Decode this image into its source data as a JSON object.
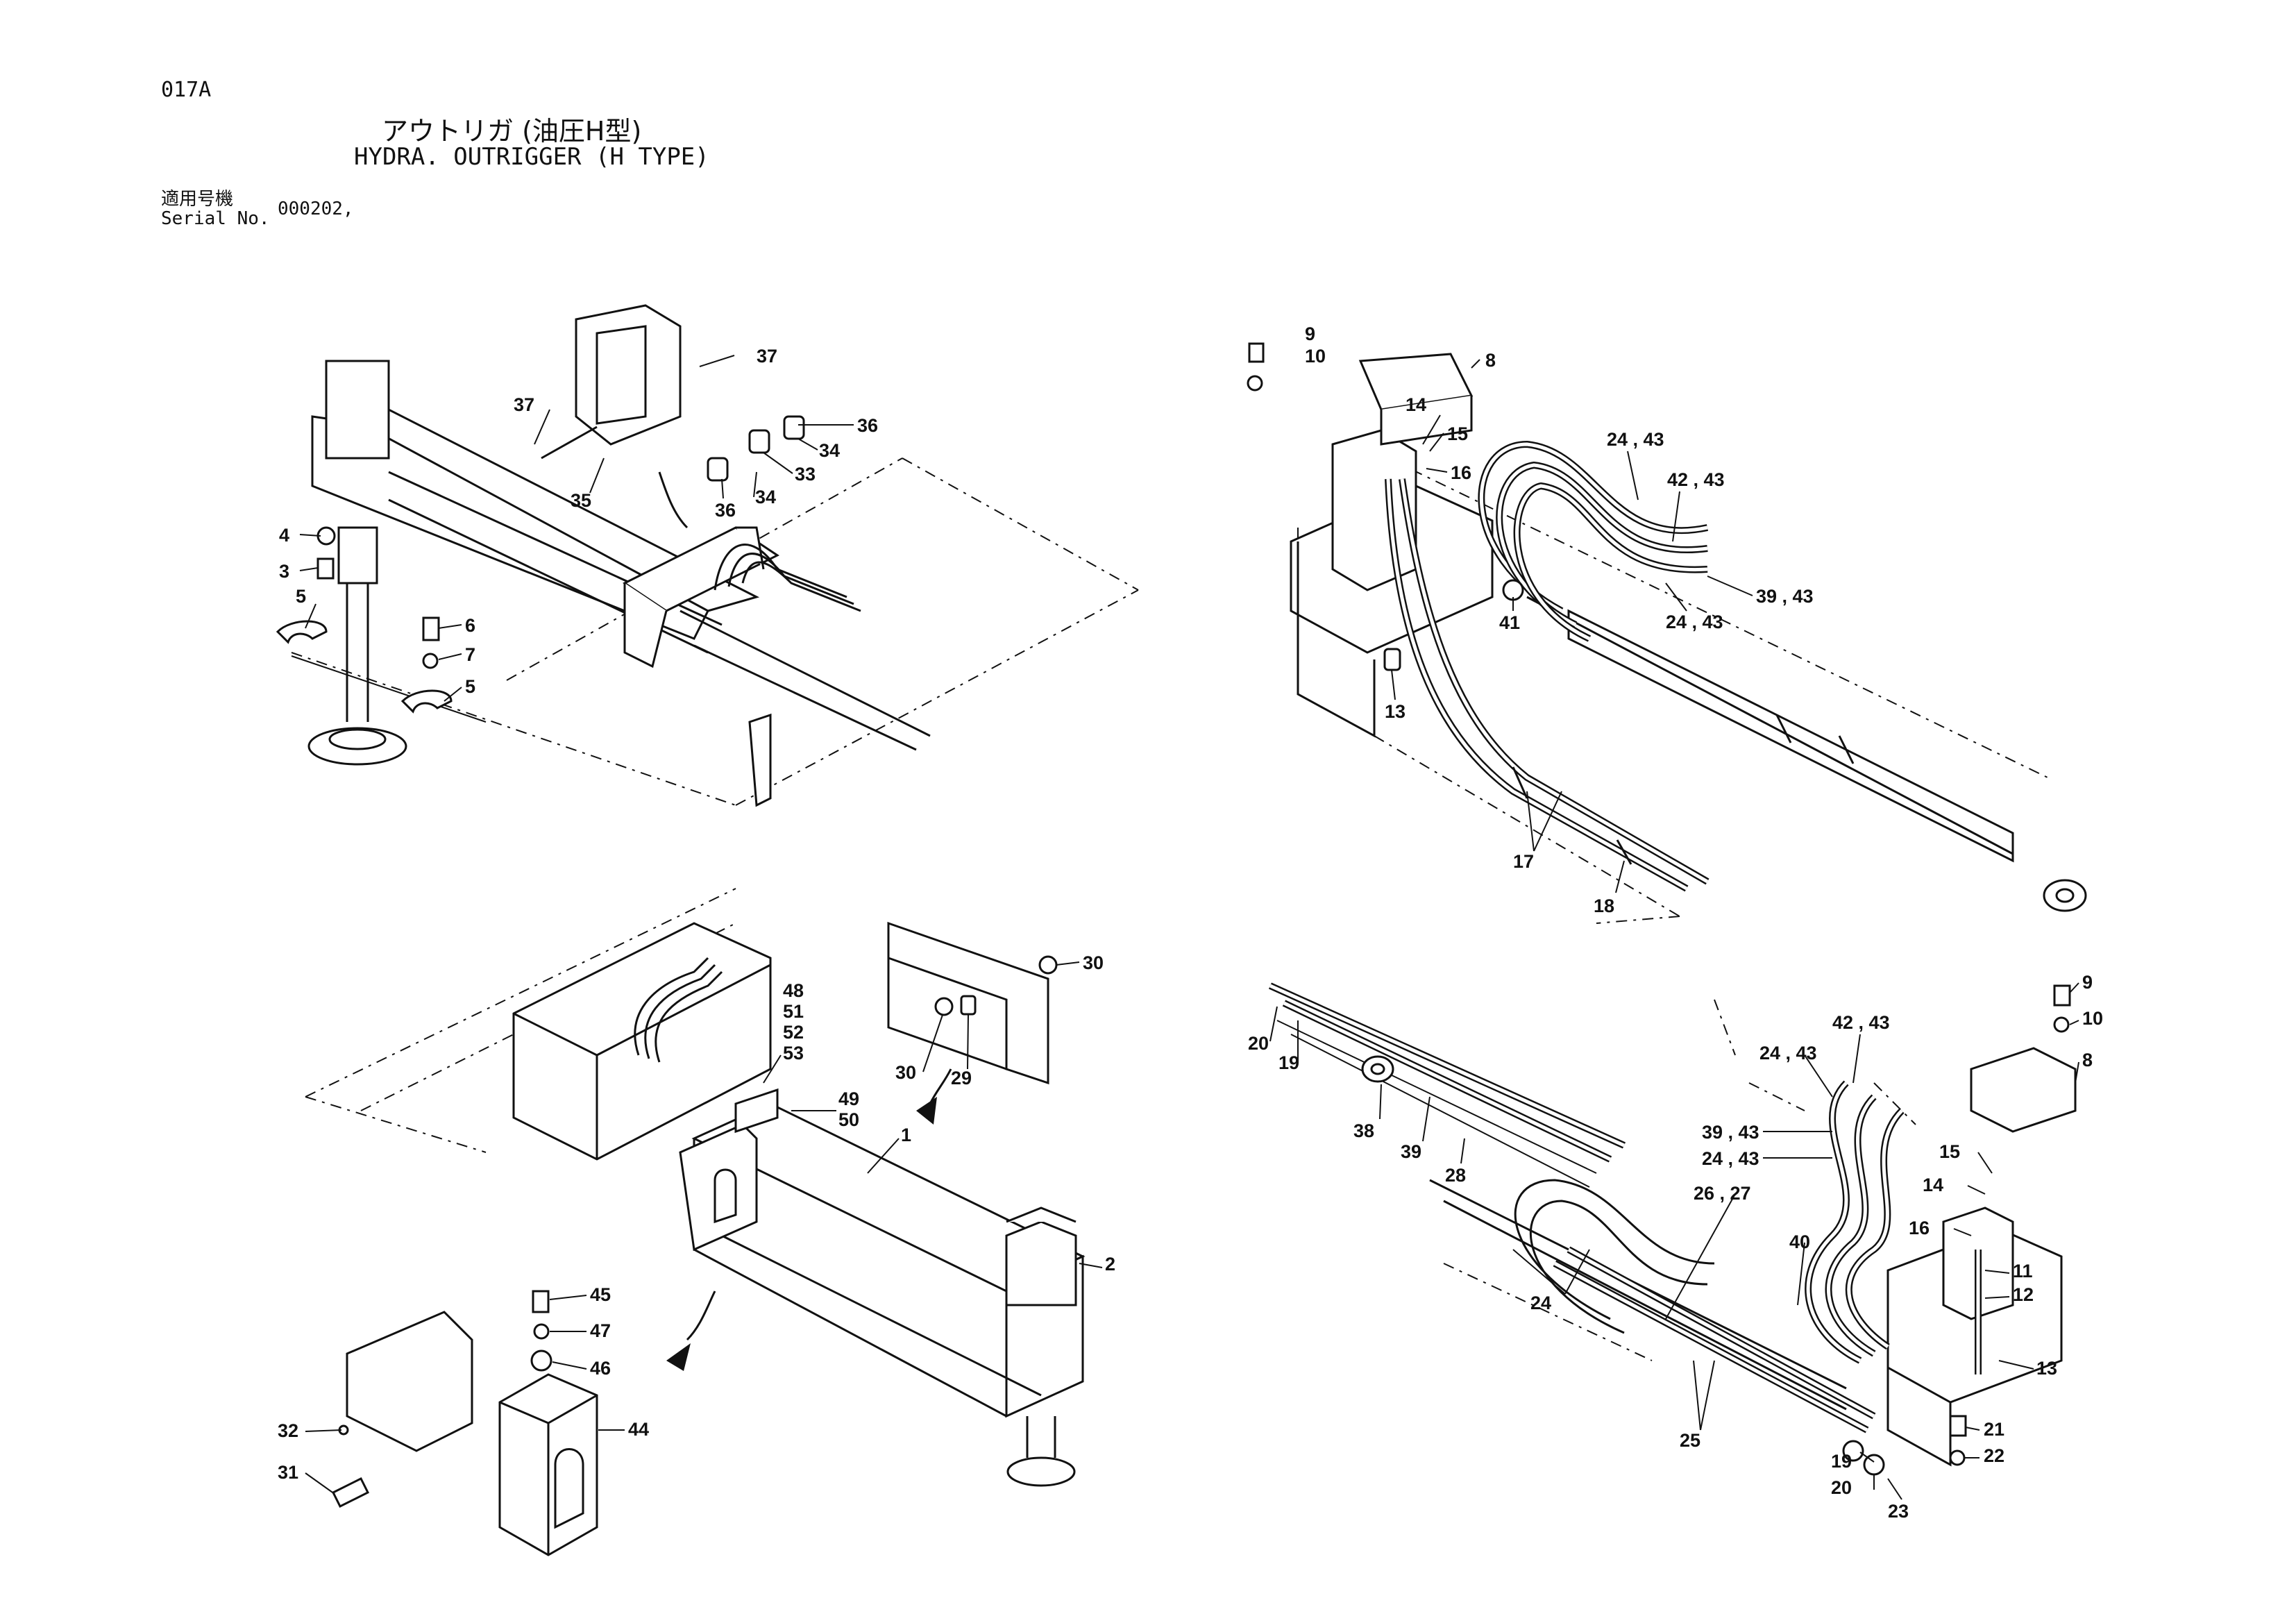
{
  "header": {
    "code": "017A",
    "title_jp": "アウトリガ (油圧H型)",
    "title_en": "HYDRA. OUTRIGGER (H TYPE)",
    "serial_label_jp": "適用号機",
    "serial_label_en": "Serial No.",
    "serial_value": "000202,"
  },
  "callouts": {
    "tl": [
      "37",
      "37",
      "35",
      "36",
      "34",
      "33",
      "34",
      "36",
      "4",
      "3",
      "5",
      "6",
      "7",
      "5"
    ],
    "tr": [
      "9",
      "10",
      "8",
      "14",
      "15",
      "16",
      "24 , 43",
      "42 , 43",
      "39 , 43",
      "24 , 43",
      "41",
      "13",
      "17",
      "18"
    ],
    "bl": [
      "48",
      "51",
      "52",
      "53",
      "49",
      "50",
      "1",
      "2",
      "30",
      "30",
      "29",
      "45",
      "47",
      "46",
      "44",
      "32",
      "31"
    ],
    "br": [
      "20",
      "19",
      "38",
      "39",
      "28",
      "42 , 43",
      "24 , 43",
      "39 , 43",
      "24 , 43",
      "26 , 27",
      "40",
      "24",
      "25",
      "9",
      "10",
      "8",
      "15",
      "14",
      "16",
      "11",
      "12",
      "13",
      "21",
      "22",
      "19",
      "20",
      "23"
    ]
  }
}
